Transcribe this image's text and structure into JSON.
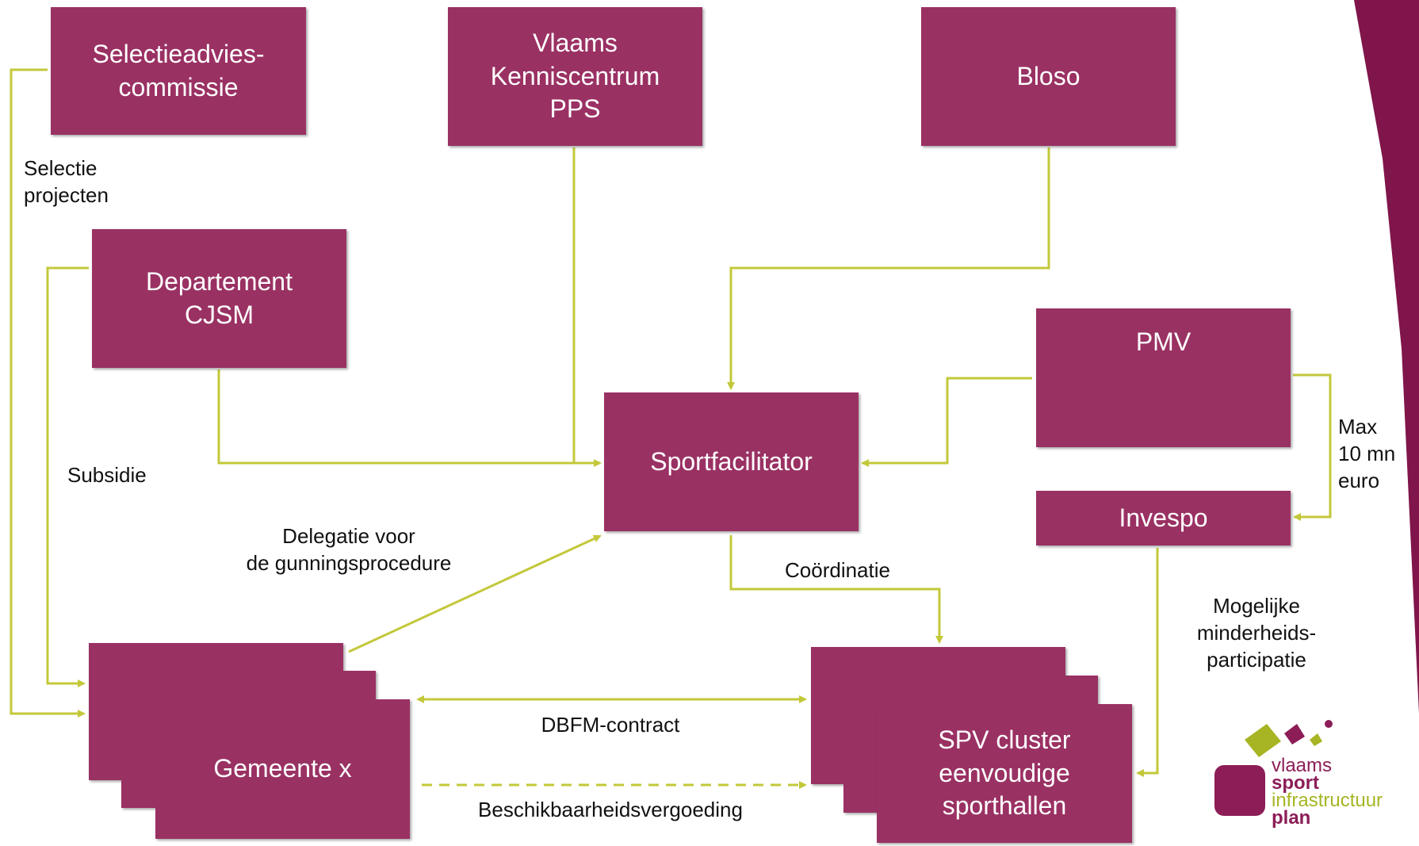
{
  "colors": {
    "box": "#9a3163",
    "connector": "#c3c83a",
    "logo_green": "#a7b524",
    "logo_plum": "#8c1d57",
    "corner_accent": "#80154b"
  },
  "boxes": {
    "selectieadvies": "Selectieadvies-\ncommissie",
    "vkc": "Vlaams\nKenniscentrum\nPPS",
    "bloso": "Bloso",
    "departement": "Departement\nCJSM",
    "pmv": "PMV",
    "sportfacilitator": "Sportfacilitator",
    "invespo": "Invespo",
    "gemeente": "Gemeente x",
    "spv": "SPV cluster\neenvoudige\nsporthallen"
  },
  "labels": {
    "selectie_projecten": "Selectie\nprojecten",
    "subsidie": "Subsidie",
    "delegatie": "Delegatie voor\nde gunningsprocedure",
    "coordinatie": "Coördinatie",
    "max": "Max\n10 mn\neuro",
    "minderheid": "Mogelijke\nminderheids-\nparticipatie",
    "dbfm": "DBFM-contract",
    "beschikbaarheid": "Beschikbaarheidsvergoeding"
  },
  "logo": {
    "line1": "vlaams",
    "line2": "sport",
    "line3": "infrastructuur",
    "line4": "plan"
  }
}
